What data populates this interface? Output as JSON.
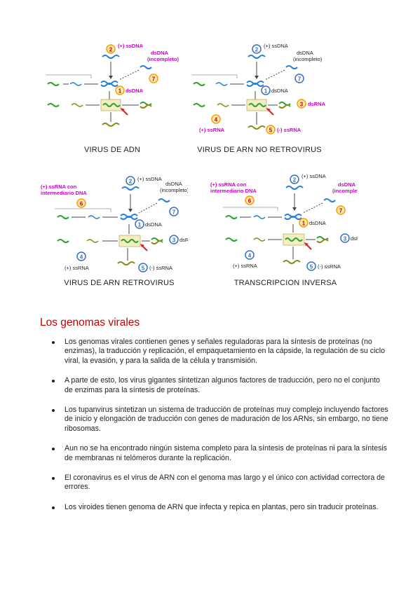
{
  "diagrams": [
    {
      "caption": "VIRUS DE ADN",
      "labels": {
        "n2": "2",
        "ss_dna": "(+) ssDNA",
        "ds_incomplete_1": "dsDNA",
        "ds_incomplete_2": "(incompleto)",
        "n7": "7",
        "n1": "1",
        "ds_dna": "dsDNA"
      }
    },
    {
      "caption": "VIRUS DE ARN NO RETROVIRUS",
      "labels": {
        "n2": "2",
        "ss_dna": "(+) ssDNA",
        "ds_incomplete_1": "dsDNA",
        "ds_incomplete_2": "(incompleto)",
        "n7": "7",
        "n1": "1",
        "ds_dna": "dsDNA",
        "n3": "3",
        "ds_rna": "dsRNA",
        "n4": "4",
        "ss_rna_pos": "(+) ssRNA",
        "n5": "5",
        "ss_rna_neg": "(-) ssRNA"
      }
    },
    {
      "caption": "VIRUS DE ARN RETROVIRUS",
      "labels": {
        "retro_1": "(+) ssRNA con",
        "retro_2": "intermediario DNA",
        "n6": "6",
        "n2": "2",
        "ss_dna": "(+) ssDNA",
        "ds_incomplete_1": "dsDNA",
        "ds_incomplete_2": "(incompleto)",
        "n7": "7",
        "n1": "1",
        "ds_dna": "dsDNA",
        "n3": "3",
        "ds_rna": "dsRNA",
        "n4": "4",
        "ss_rna_pos": "(+) ssRNA",
        "n5": "5",
        "ss_rna_neg": "(-) ssRNA"
      }
    },
    {
      "caption": "TRANSCRIPCION INVERSA",
      "labels": {
        "retro_1": "(+) ssRNA con",
        "retro_2": "intermediario DNA",
        "n6": "6",
        "n2": "2",
        "ss_dna": "(+) ssDNA",
        "ds_incomplete_1": "dsDNA",
        "ds_incomplete_2": "(incompleto)",
        "n7": "7",
        "n1": "1",
        "ds_dna": "dsDNA",
        "n3": "3",
        "ds_rna": "dsRNA",
        "n4": "4",
        "ss_rna_pos": "(+) ssRNA",
        "n5": "5",
        "ss_rna_neg": "(-) ssRNA"
      }
    }
  ],
  "section_title": "Los genomas virales",
  "bullets": [
    "Los genomas virales contienen genes y  señales reguladoras para la síntesis de proteínas (no enzimas), la traducción y replicación, el empaquetamiento en la cápside, la regulación de su ciclo viral, la evasión, y para la salida de la célula y transmisión.",
    "A parte de esto, los virus gigantes sintetizan algunos factores de traducción, pero no el conjunto de enzimas para la síntesis de proteínas.",
    "Los tupanvirus sintetizan un sistema de traducción de proteínas muy complejo incluyendo factores de inicio y elongación de traducción con genes de maduración de los ARNs, sin embargo, no tiene ribosomas.",
    "Aun no se ha encontrado ningún sistema completo para la síntesis de proteínas ni para la síntesis de membranas ni telómeros durante la replicación.",
    "El coronavirus es el virus de ARN con el genoma mas largo y el único con actividad correctora de errores.",
    "Los viroides tienen genoma de ARN que infecta y repica en plantas, pero sin traducir proteínas."
  ],
  "colors": {
    "title_red": "#c00000",
    "highlight_magenta": "#cc00cc",
    "orange_circle": "#f5a000",
    "blue_circle": "#3a6ec0",
    "dna_blue": "#2a7fd4",
    "rna_green": "#2ea02e",
    "rna_olive": "#8a8a20",
    "mrna_box": "#f2eec0",
    "arrow_red": "#e02020"
  }
}
